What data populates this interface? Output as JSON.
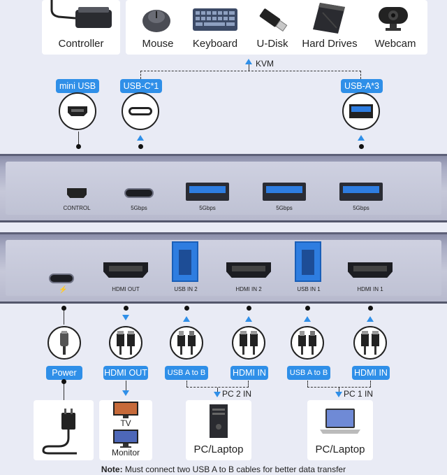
{
  "top_devices": {
    "controller": "Controller",
    "items": [
      "Mouse",
      "Keyboard",
      "U-Disk",
      "Hard Drives",
      "Webcam"
    ]
  },
  "kvm_label": "KVM",
  "ports_top": {
    "mini_usb": "mini USB",
    "usb_c": "USB-C*1",
    "usb_a": "USB-A*3"
  },
  "hub_top": {
    "control": "CONTROL",
    "speed1": "5Gbps",
    "speed2": "5Gbps",
    "speed3": "5Gbps",
    "speed4": "5Gbps"
  },
  "hub_bottom": {
    "hdmi_out": "HDMI OUT",
    "usb_in_2": "USB IN 2",
    "hdmi_in_2": "HDMI IN 2",
    "usb_in_1": "USB IN 1",
    "hdmi_in_1": "HDMI IN 1"
  },
  "cables": {
    "power": "Power",
    "hdmi_out": "HDMI OUT",
    "usb_a_to_b_1": "USB A to B",
    "hdmi_in_1": "HDMI IN",
    "usb_a_to_b_2": "USB A to B",
    "hdmi_in_2": "HDMI IN"
  },
  "pc_labels": {
    "pc2": "PC 2 IN",
    "pc1": "PC 1 IN"
  },
  "bottom_devices": {
    "tv": "TV",
    "monitor": "Monitor",
    "pc_left": "PC/Laptop",
    "pc_right": "PC/Laptop"
  },
  "note": {
    "bold": "Note:",
    "text": " Must connect two USB A to B cables for better data transfer"
  },
  "colors": {
    "accent": "#2f8fe8",
    "background": "#e9ebf5",
    "usb_blue": "#2e7de0"
  }
}
